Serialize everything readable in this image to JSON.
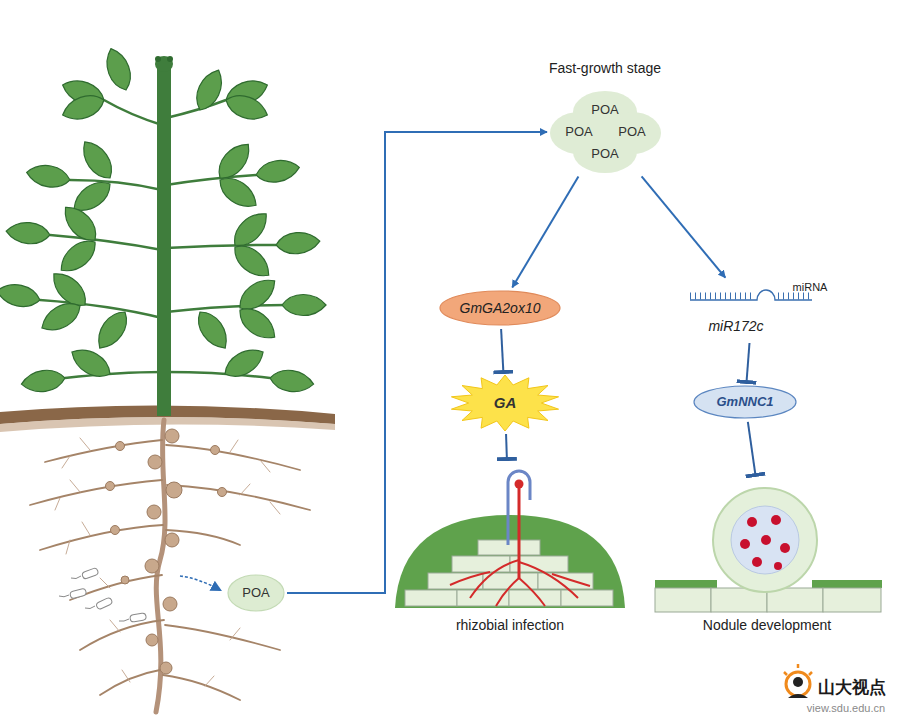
{
  "diagram": {
    "nodes": [
      {
        "text": [
          "Fast-growth stage",
          "POA",
          "POA",
          "POA",
          "POA"
        ]
      },
      {
        "text": [
          "GmGA2ox10"
        ]
      },
      {
        "text": [
          "GA"
        ]
      },
      {
        "text": [
          "miR172c"
        ]
      },
      {
        "text": [
          "GmNNC1"
        ]
      },
      {
        "text": [
          "rhizobial infection"
        ]
      },
      {
        "text": [
          "Nodule development"
        ]
      },
      {
        "text": [
          "POA"
        ]
      }
    ],
    "edges": [
      {
        "from": 7,
        "to": 0,
        "arrow": "to"
      },
      {
        "from": 0,
        "to": 1,
        "arrow": "to"
      },
      {
        "from": 0,
        "to": 3,
        "arrow": "to"
      },
      {
        "from": 1,
        "to": 2,
        "arrow": "to"
      },
      {
        "from": 2,
        "to": 5,
        "arrow": "to"
      },
      {
        "from": 3,
        "to": 4,
        "arrow": "to"
      },
      {
        "from": 4,
        "to": 6,
        "arrow": "to"
      }
    ],
    "labels": [
      "miRNA",
      "山大视点",
      "view.sdu.edu.cn"
    ]
  }
}
